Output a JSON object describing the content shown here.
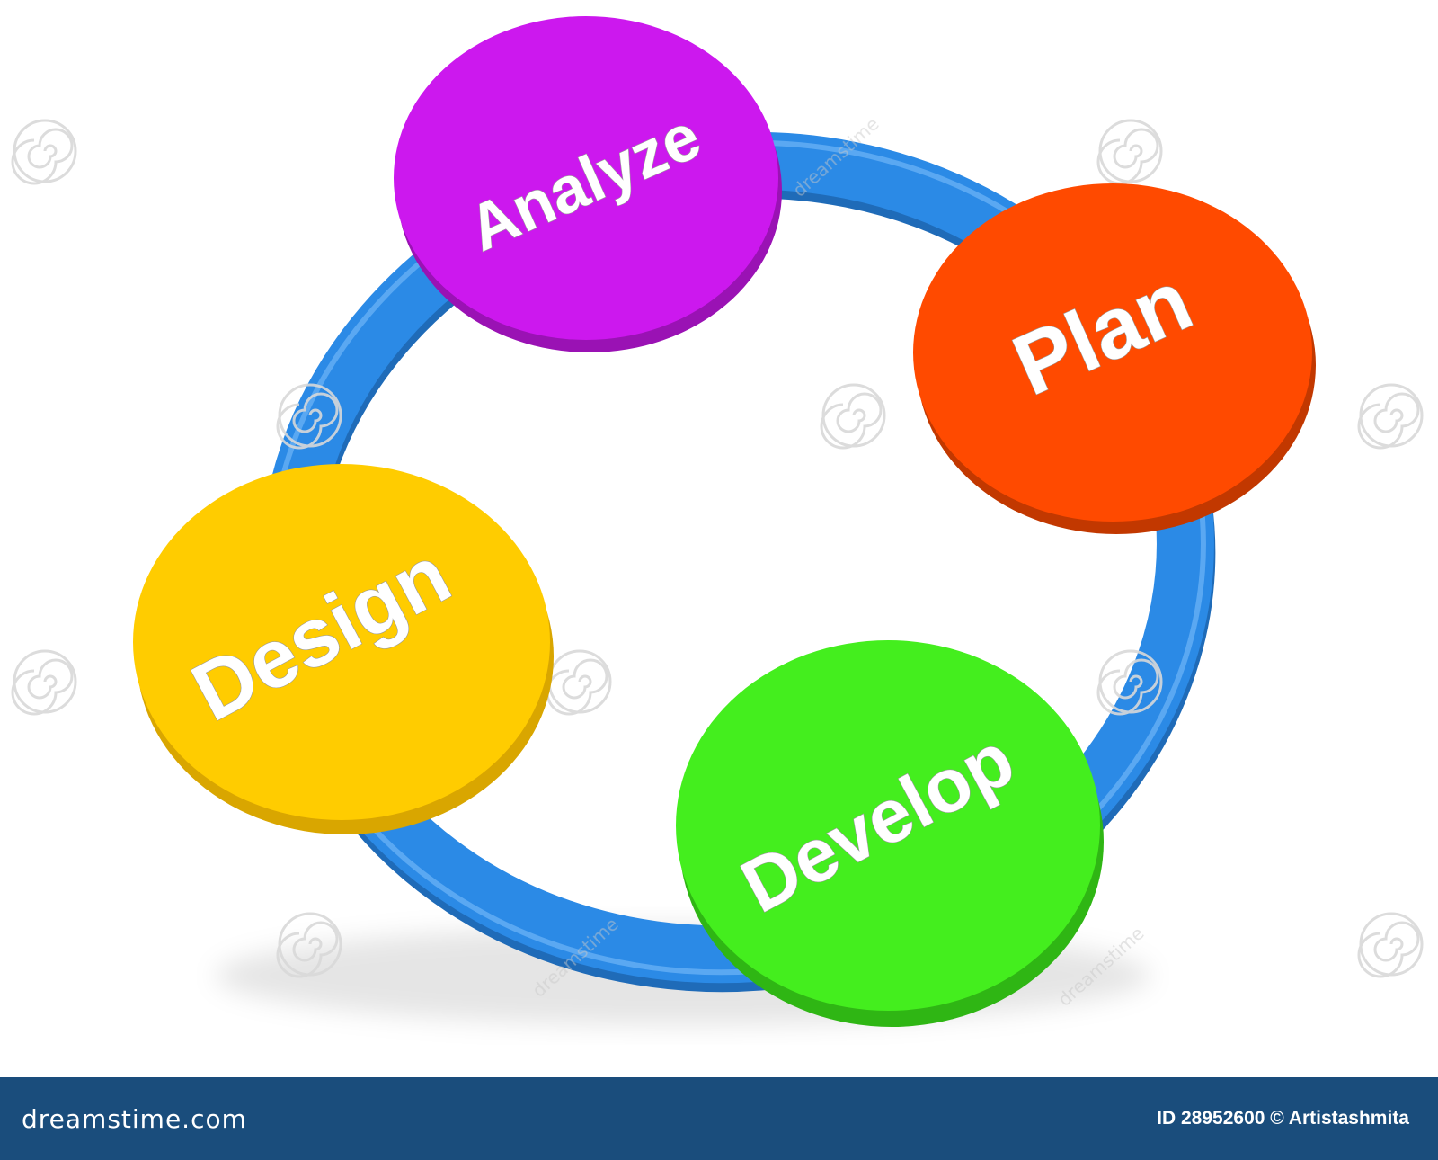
{
  "diagram": {
    "stages": [
      {
        "id": "analyze",
        "label": "Analyze",
        "color": "#cc18ee",
        "shade": "#9a12b4"
      },
      {
        "id": "plan",
        "label": "Plan",
        "color": "#ff4a00",
        "shade": "#c23800"
      },
      {
        "id": "develop",
        "label": "Develop",
        "color": "#44ee1e",
        "shade": "#2fb614"
      },
      {
        "id": "design",
        "label": "Design",
        "color": "#ffcc00",
        "shade": "#d9a600"
      }
    ],
    "ring_color": "#2b8ae6",
    "ring_shade": "#1f6bb8"
  },
  "watermark": {
    "text": "dreamstime",
    "icon": "spiral-logo-icon"
  },
  "footer": {
    "brand": "dreamstime.com",
    "credit": "ID 28952600 © Artistashmita"
  }
}
